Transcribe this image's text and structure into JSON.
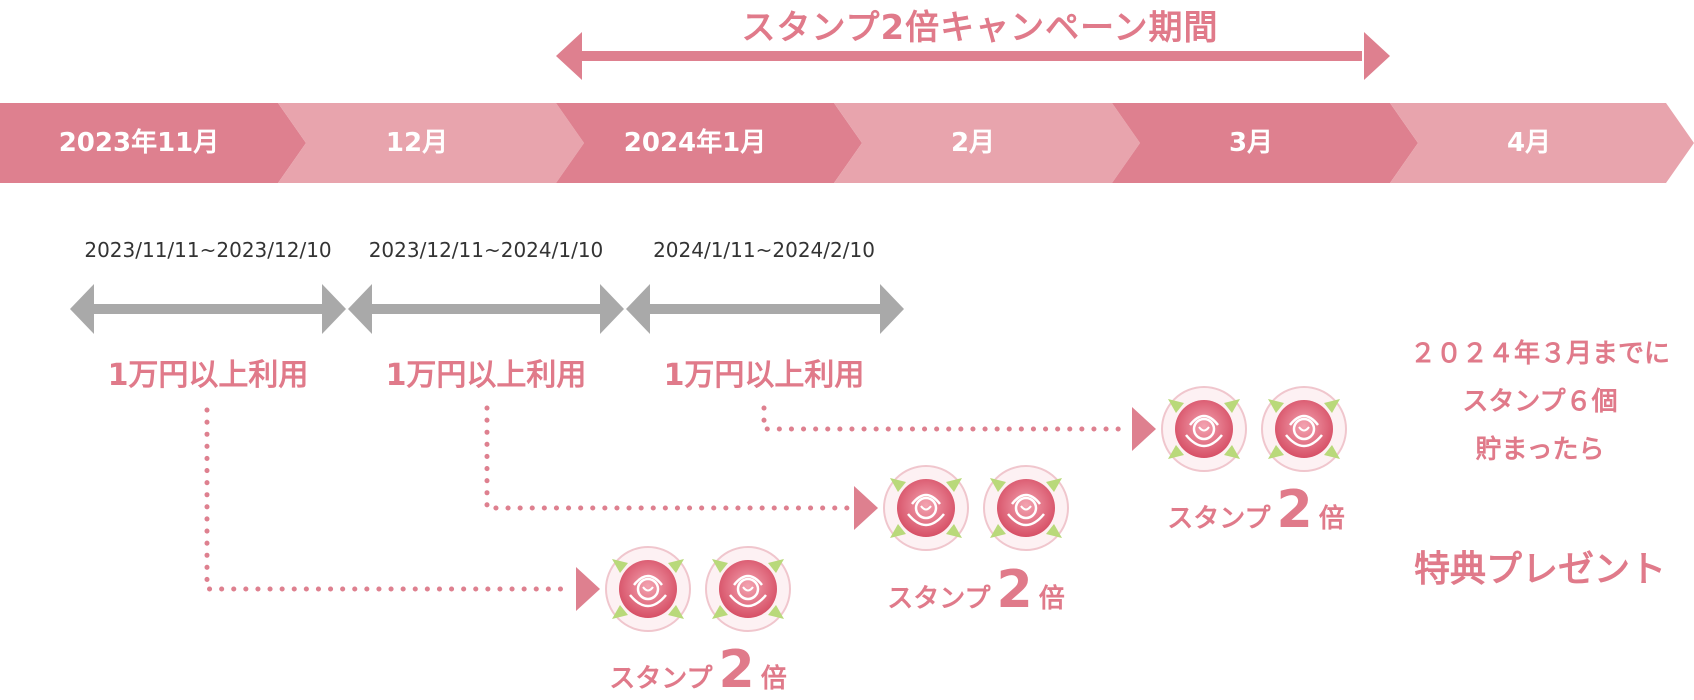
{
  "campaign": {
    "title": "スタンプ2倍キャンペーン期間"
  },
  "months": [
    "2023年11月",
    "12月",
    "2024年1月",
    "2月",
    "3月",
    "4月"
  ],
  "periods": [
    {
      "range": "2023/11/11~2023/12/10",
      "condition": "1万円以上利用"
    },
    {
      "range": "2023/12/11~2024/1/10",
      "condition": "1万円以上利用"
    },
    {
      "range": "2024/1/11~2024/2/10",
      "condition": "1万円以上利用"
    }
  ],
  "stamp_caption": {
    "prefix": "スタンプ",
    "number": "2",
    "suffix": "倍"
  },
  "reward": {
    "line1": "２０２４年３月までに",
    "line2": "スタンプ６個",
    "line3": "貯まったら",
    "gift": "特典プレゼント"
  },
  "colors": {
    "pink_dark": "#de808f",
    "pink_light": "#e8a4ad",
    "text_pink": "#e07a8a",
    "arrow_gray": "#a9a9a9",
    "rose": "#d9506a"
  }
}
